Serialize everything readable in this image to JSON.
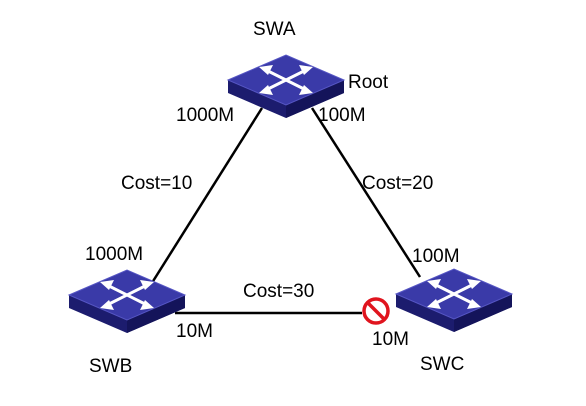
{
  "nodes": {
    "swa": {
      "name": "SWA",
      "role": "Root",
      "icon": "switch-icon"
    },
    "swb": {
      "name": "SWB",
      "icon": "switch-icon"
    },
    "swc": {
      "name": "SWC",
      "icon": "switch-icon"
    }
  },
  "links": {
    "a_b": {
      "cost": "Cost=10",
      "speed_a": "1000M",
      "speed_b": "1000M"
    },
    "a_c": {
      "cost": "Cost=20",
      "speed_a": "100M",
      "speed_c": "100M"
    },
    "b_c": {
      "cost": "Cost=30",
      "speed_b": "10M",
      "speed_c": "10M",
      "blocked_icon": "blocked-port-icon"
    }
  },
  "colors": {
    "switch_top": "#3a3aa8",
    "switch_side": "#1c1c6e",
    "link": "#000000",
    "blocked": "#e0141e"
  }
}
